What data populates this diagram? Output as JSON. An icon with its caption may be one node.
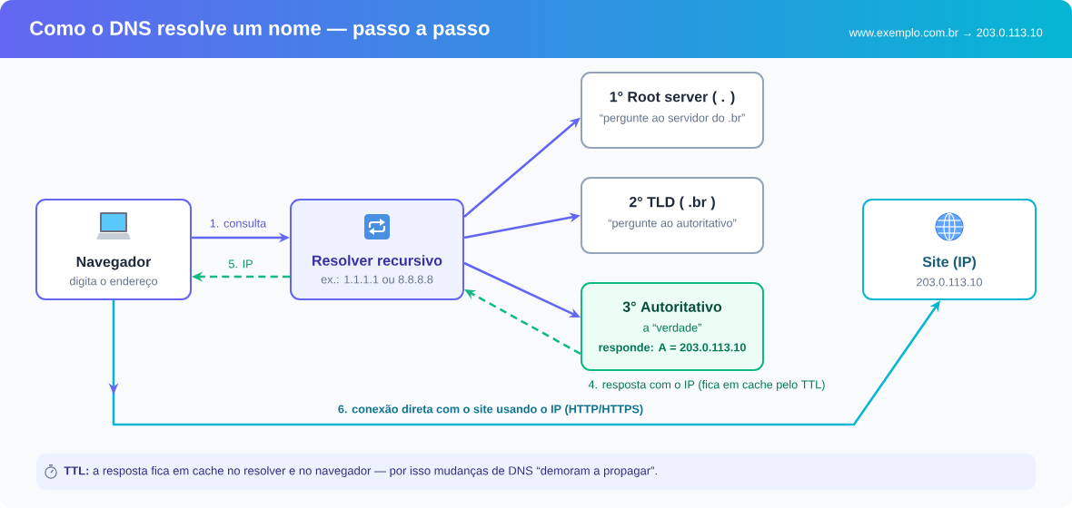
{
  "diagram": {
    "title": "Como o DNS resolve um nome — passo a passo",
    "nodes": [
      {
        "text": [
          "Navegador",
          "digita o endereço"
        ]
      },
      {
        "text": [
          "Resolver recursivo",
          "ex.: 1.1.1.1 ou 8.8.8.8"
        ]
      },
      {
        "text": [
          "1° Root server ( . )",
          "“pergunte ao servidor do .br”"
        ]
      },
      {
        "text": [
          "2° TLD ( .br )",
          "“pergunte ao autoritativo”"
        ]
      },
      {
        "text": [
          "3° Autoritativo",
          "a “verdade”",
          "responde: A = 203.0.113.10"
        ]
      },
      {
        "text": [
          "Site (IP)",
          "203.0.113.10"
        ]
      },
      {
        "text": [
          "**TTL:** a resposta fica em cache no resolver e no navegador — por isso mudanças de DNS “demoram a propagar”."
        ]
      }
    ],
    "edges": [
      {
        "from": 0,
        "to": 1,
        "arrow": "to",
        "label": "1. consulta"
      },
      {
        "from": 1,
        "to": 0,
        "arrow": "to",
        "label": "5. IP",
        "style": "dashed",
        "color": "#10b981"
      },
      {
        "from": 1,
        "to": 2,
        "arrow": "to"
      },
      {
        "from": 1,
        "to": 3,
        "arrow": "to"
      },
      {
        "from": 1,
        "to": 4,
        "arrow": "to"
      },
      {
        "from": 4,
        "to": 1,
        "arrow": "to",
        "label": "4. resposta com o IP (fica em cache pelo TTL)",
        "style": "dashed",
        "color": "#10b981"
      },
      {
        "from": 0,
        "to": 5,
        "arrow": "to",
        "label": "6. conexão direta com o site usando o IP (HTTP/HTTPS)",
        "color": "#06b6d4"
      }
    ],
    "labels": [
      "www.exemplo.com.br → 203.0.113.10"
    ]
  }
}
